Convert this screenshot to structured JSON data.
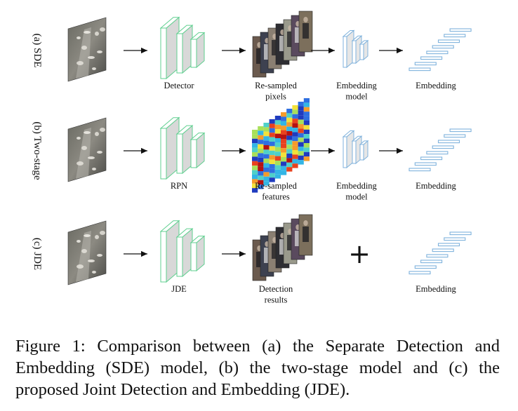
{
  "rows": [
    {
      "id": "sde",
      "row_label": "(a) SDE",
      "labels": {
        "net": "Detector",
        "resample": [
          "Re-sampled",
          "pixels"
        ],
        "embed_model": [
          "Embedding",
          "model"
        ],
        "embedding": "Embedding"
      }
    },
    {
      "id": "two-stage",
      "row_label": "(b) Two-stage",
      "labels": {
        "net": "RPN",
        "resample": [
          "Re-sampled",
          "features"
        ],
        "embed_model": [
          "Embedding",
          "model"
        ],
        "embedding": "Embedding"
      }
    },
    {
      "id": "jde",
      "row_label": "(c) JDE",
      "labels": {
        "net": "JDE",
        "resample": [
          "Detection",
          "results"
        ],
        "embedding": "Embedding"
      },
      "plus_symbol": "+"
    }
  ],
  "caption": "Figure 1: Comparison between (a) the Separate Detection and Embedding (SDE) model, (b) the two-stage model and (c) the proposed Joint Detection and Embedding (JDE).",
  "colors": {
    "net_outline": "#5fcf8f",
    "net_face": "#d8d8d8",
    "embed_outline": "#7fb2dc",
    "embed_face": "#e6e6e6",
    "arrow": "#111111"
  }
}
